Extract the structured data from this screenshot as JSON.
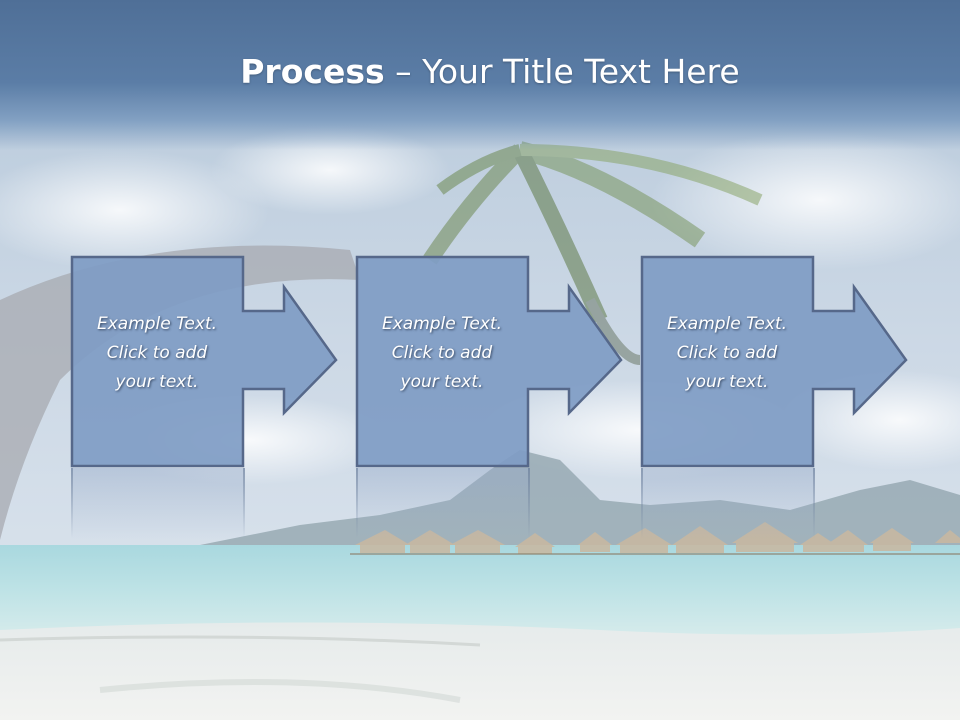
{
  "slide": {
    "title_bold": "Process",
    "title_separator": " – ",
    "title_rest": "Your Title Text Here"
  },
  "steps": [
    {
      "line1": "Example Text.",
      "line2": "Click  to add",
      "line3": "your text."
    },
    {
      "line1": "Example Text.",
      "line2": "Click  to add",
      "line3": "your text."
    },
    {
      "line1": "Example Text.",
      "line2": "Click  to add",
      "line3": "your text."
    }
  ],
  "colors": {
    "title_band": "#5b7da6",
    "box_fill": "#7f9cc4",
    "box_stroke": "#56688a",
    "text": "#ffffff"
  },
  "icons": [
    "arrow-right-icon"
  ]
}
